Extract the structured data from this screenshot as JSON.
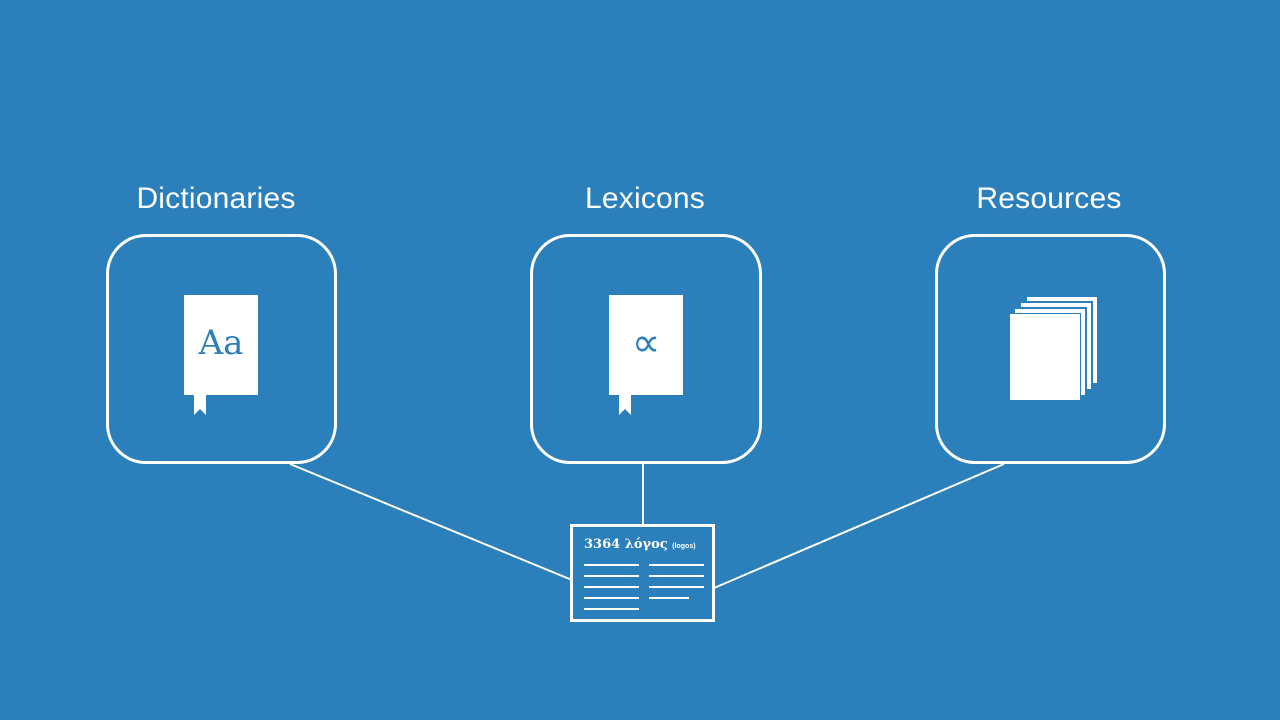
{
  "colors": {
    "background": "#2b7fba",
    "foreground": "#ffffff"
  },
  "categories": [
    {
      "label": "Dictionaries",
      "icon": "dictionary-book-icon",
      "glyph": "Aa"
    },
    {
      "label": "Lexicons",
      "icon": "lexicon-book-icon",
      "glyph": "∝"
    },
    {
      "label": "Resources",
      "icon": "stacked-pages-icon"
    }
  ],
  "entry_card": {
    "number": "3364",
    "word": "λόγος",
    "transliteration": "(logos)"
  }
}
